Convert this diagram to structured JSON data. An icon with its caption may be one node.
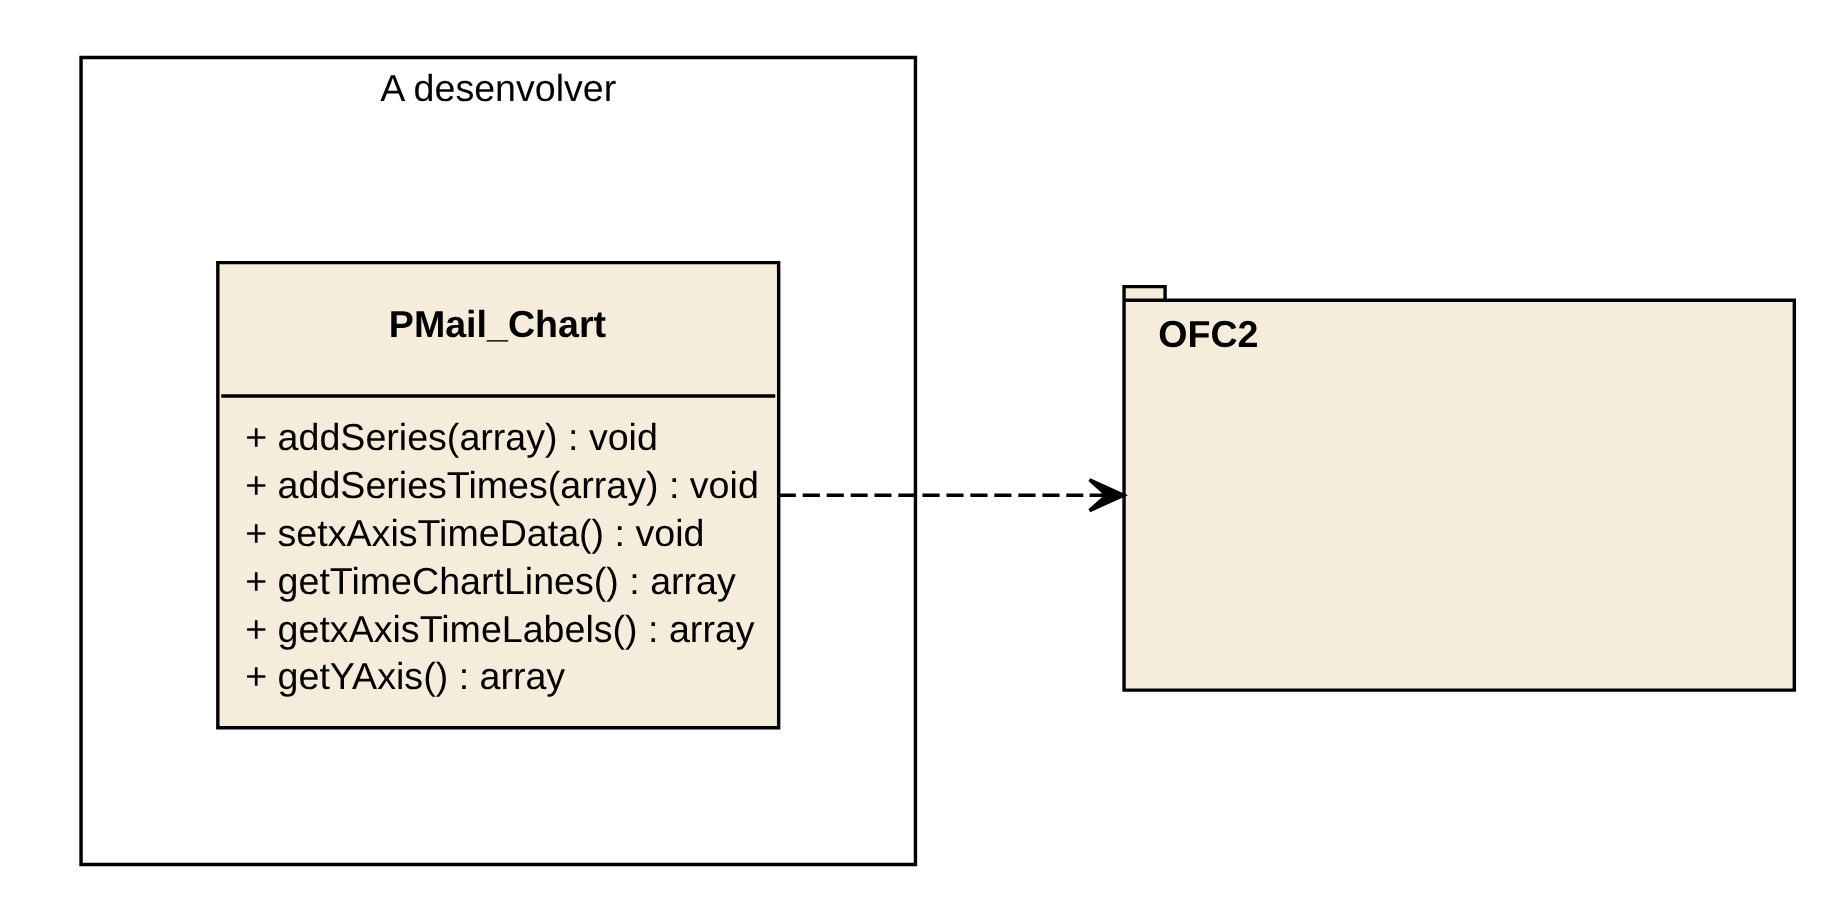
{
  "diagram": {
    "nodes": [
      {
        "text": [
          "A desenvolver"
        ]
      },
      {
        "text": [
          "PMail_Chart",
          "+ addSeries(array) : void",
          "+ addSeriesTimes(array) : void",
          "+ setxAxisTimeData() : void",
          "+ getTimeChartLines() : array",
          "+ getxAxisTimeLabels() : array",
          "+ getYAxis() : array"
        ],
        "in": 0
      },
      {
        "text": [
          "OFC2"
        ]
      }
    ],
    "edges": [
      {
        "from": 1,
        "to": 2,
        "arrow": "to",
        "style": "dashed"
      }
    ]
  }
}
